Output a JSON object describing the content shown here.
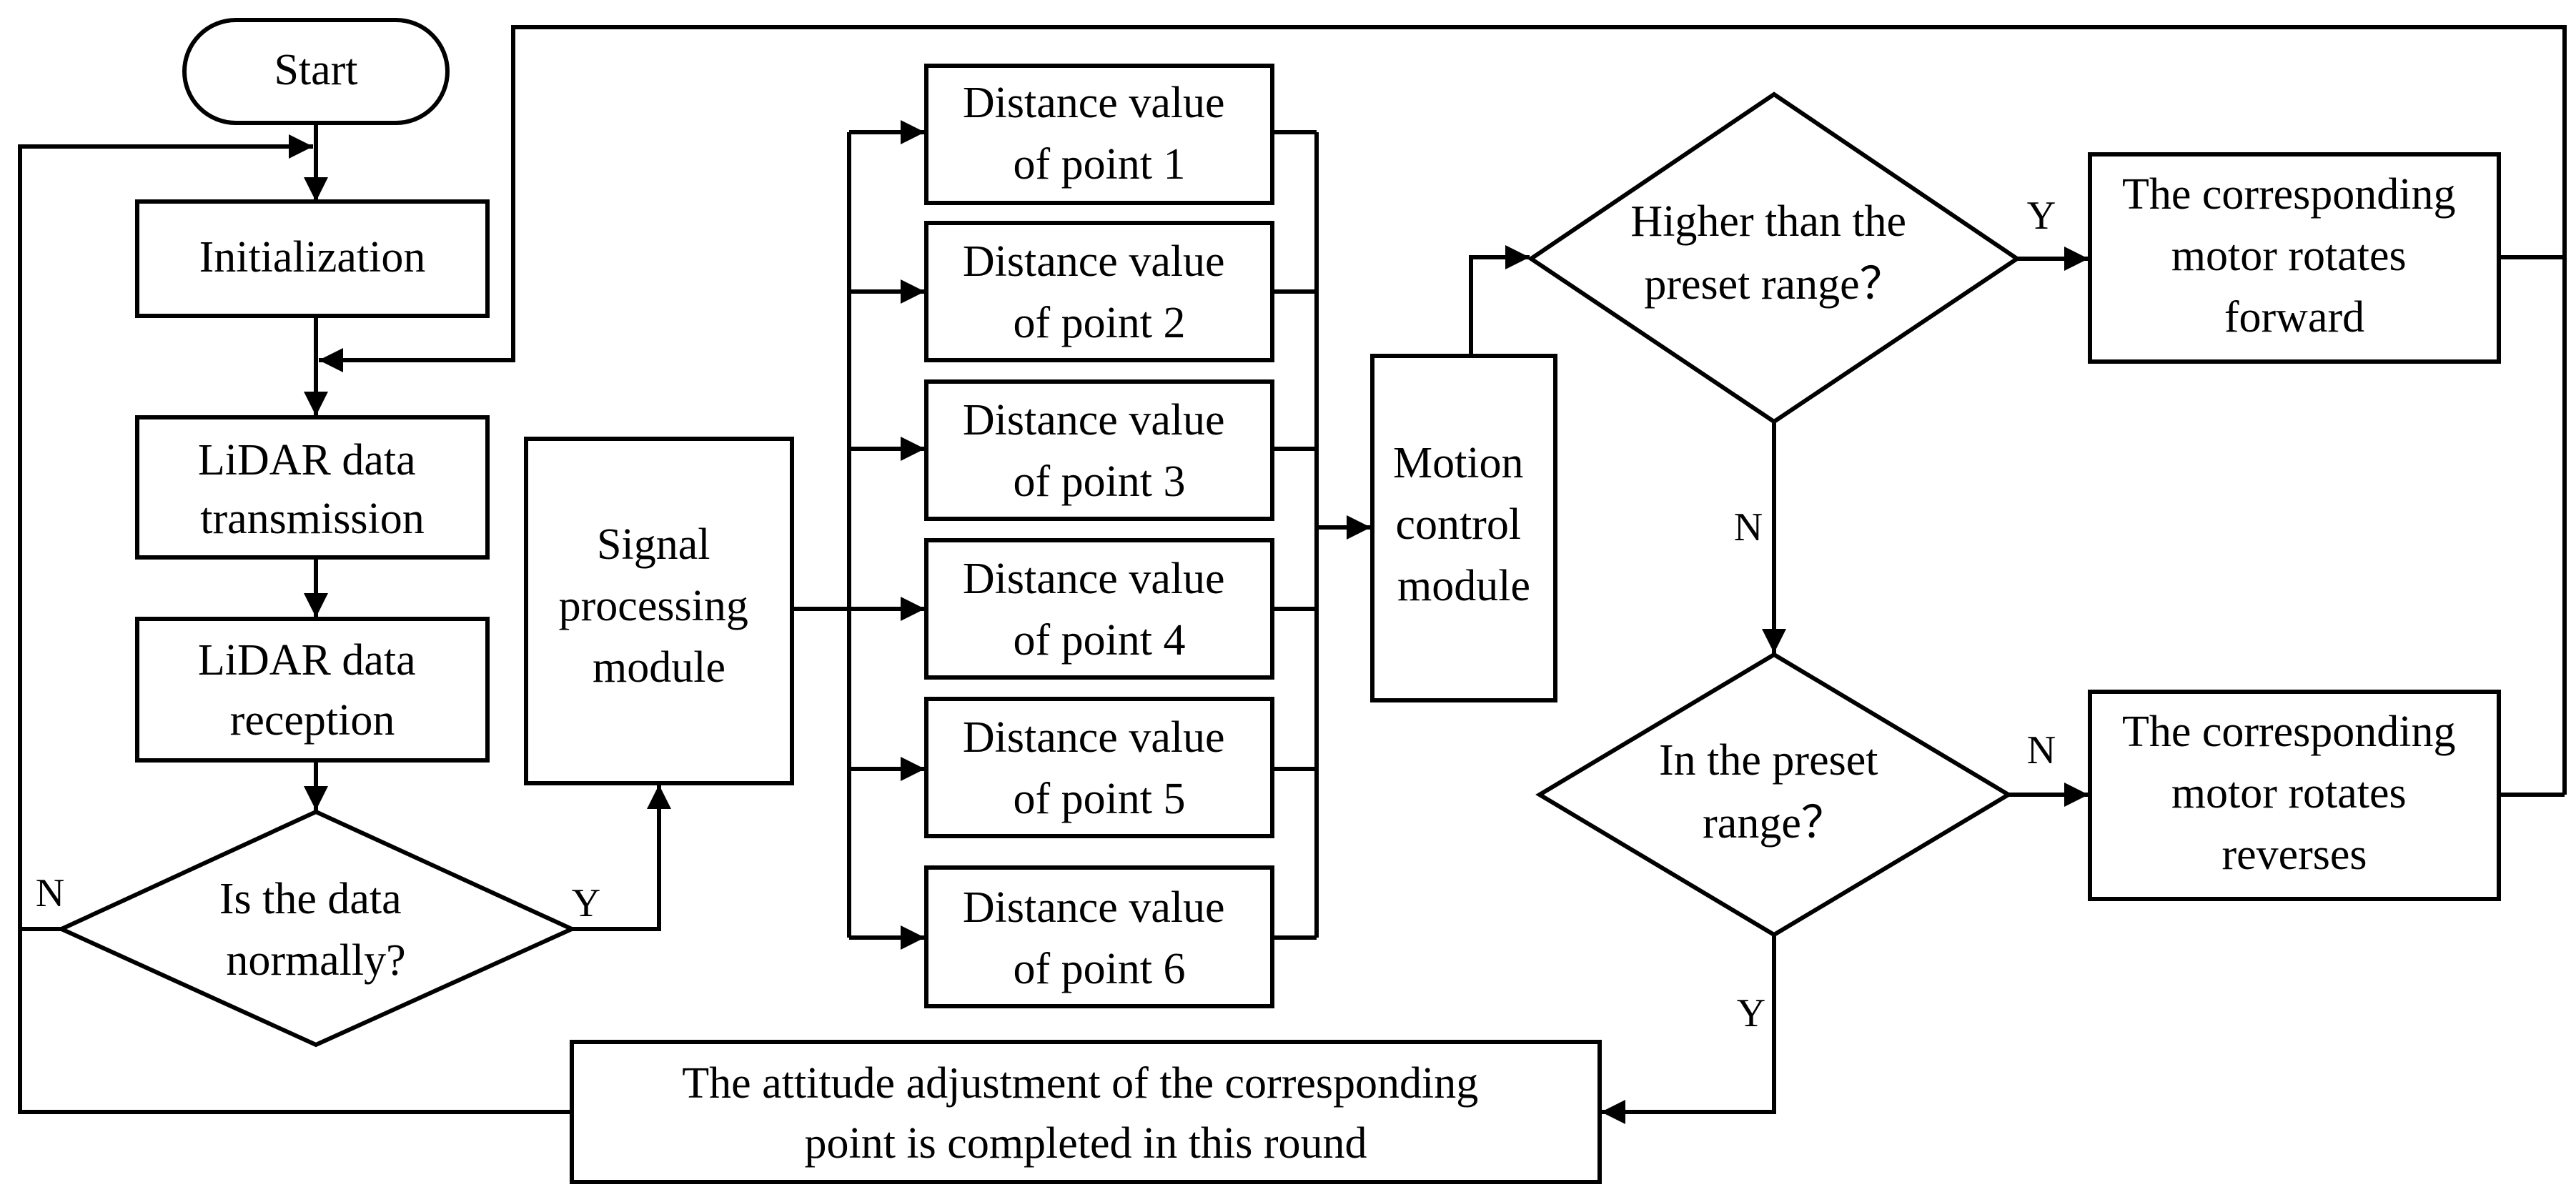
{
  "nodes": {
    "start": [
      "Start"
    ],
    "initialization": [
      "Initialization"
    ],
    "lidar_transmission": [
      "LiDAR data",
      "transmission"
    ],
    "lidar_reception": [
      "LiDAR data",
      "reception"
    ],
    "data_normal_decision": [
      "Is the data",
      "normally?"
    ],
    "signal_processing": [
      "Signal",
      "processing",
      "module"
    ],
    "points": [
      [
        "Distance value",
        "of point 1"
      ],
      [
        "Distance value",
        "of point 2"
      ],
      [
        "Distance value",
        "of point 3"
      ],
      [
        "Distance value",
        "of point 4"
      ],
      [
        "Distance value",
        "of point 5"
      ],
      [
        "Distance value",
        "of point 6"
      ]
    ],
    "motion_control": [
      "Motion",
      "control",
      "module"
    ],
    "higher_decision": [
      "Higher than the",
      "preset range？"
    ],
    "in_range_decision": [
      "In the preset",
      "range？"
    ],
    "motor_forward": [
      "The corresponding",
      "motor rotates",
      "forward"
    ],
    "motor_reverses": [
      "The corresponding",
      "motor rotates",
      "reverses"
    ],
    "adjustment_complete": [
      "The attitude adjustment of the corresponding",
      "point is completed in this round"
    ]
  },
  "edge_labels": {
    "data_normal_no": "N",
    "data_normal_yes": "Y",
    "higher_yes": "Y",
    "higher_no": "N",
    "in_range_no": "N",
    "in_range_yes": "Y"
  }
}
